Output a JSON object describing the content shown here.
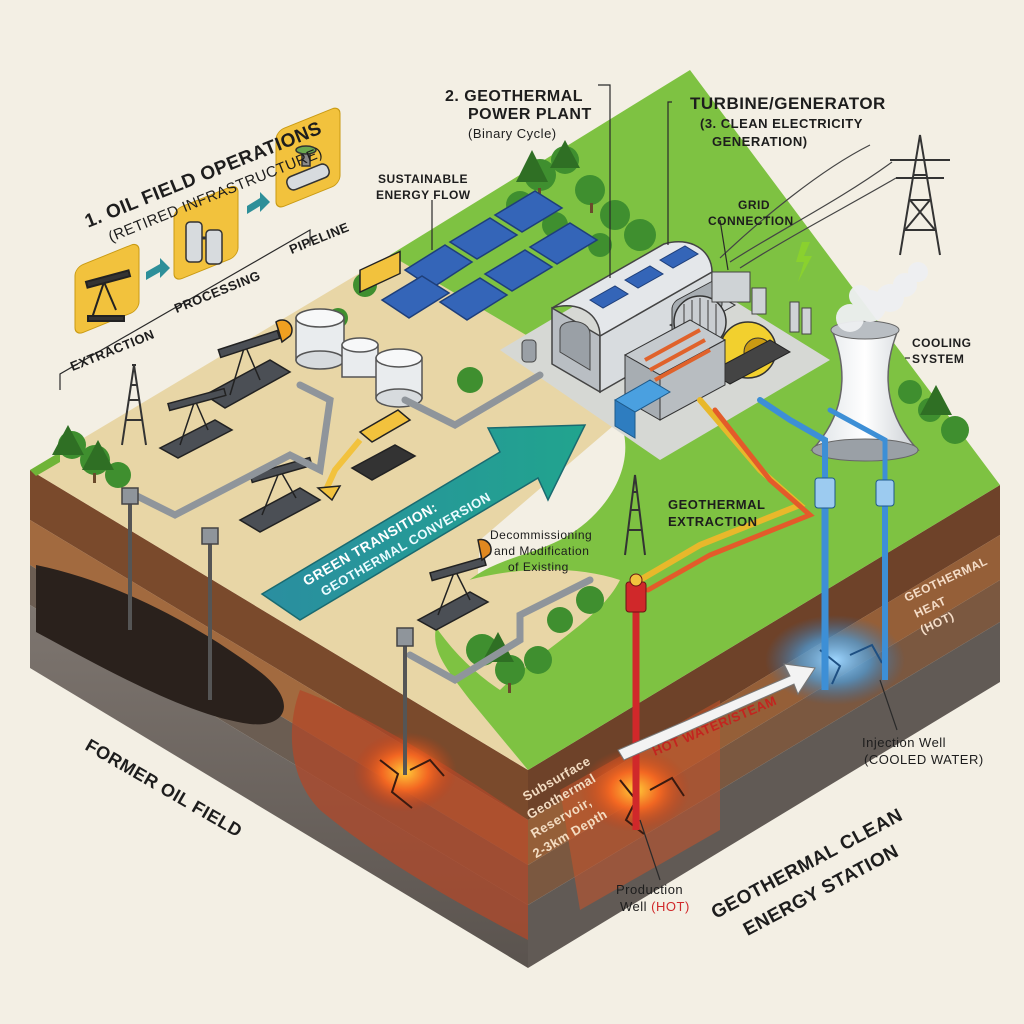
{
  "labels": {
    "oil_ops_title": "1. OIL FIELD OPERATIONS",
    "oil_ops_sub": "(RETIRED INFRASTRUCTURE)",
    "extraction": "EXTRACTION",
    "processing": "PROCESSING",
    "pipeline": "PIPELINE",
    "power_plant_l1": "2. GEOTHERMAL",
    "power_plant_l2": "POWER PLANT",
    "power_plant_l3": "(Binary Cycle)",
    "turbine_l1": "TURBINE/GENERATOR",
    "turbine_l2": "(3. CLEAN ELECTRICITY",
    "turbine_l3": "GENERATION)",
    "sustainable_l1": "SUSTAINABLE",
    "sustainable_l2": "ENERGY FLOW",
    "grid_l1": "GRID",
    "grid_l2": "CONNECTION",
    "cooling_l1": "COOLING",
    "cooling_l2": "SYSTEM",
    "green_l1": "GREEN TRANSITION:",
    "green_l2": "GEOTHERMAL CONVERSION",
    "decom_l1": "Decommissioning",
    "decom_l2": "and Modification",
    "decom_l3": "of Existing",
    "geo_extract_l1": "GEOTHERMAL",
    "geo_extract_l2": "EXTRACTION",
    "geo_heat_l1": "GEOTHERMAL",
    "geo_heat_l2": "HEAT",
    "geo_heat_l3": "(HOT)",
    "hot_water": "HOT WATER/STEAM",
    "injection_l1": "Injection Well",
    "injection_l2": "(COOLED WATER)",
    "subsurface_l1": "Subsurface",
    "subsurface_l2": "Geothermal",
    "subsurface_l3": "Reservoir,",
    "subsurface_l4": "2-3km Depth",
    "production_l1": "Production",
    "production_l2": "Well",
    "production_hot": "(HOT)",
    "former_oil": "FORMER OIL FIELD",
    "station_l1": "GEOTHERMAL CLEAN",
    "station_l2": "ENERGY STATION"
  },
  "colors": {
    "background": "#f3efe4",
    "grass": "#7ec242",
    "sand": "#e8d6a6",
    "teal_arrow": "#2d8f99",
    "hot_red": "#d0282a",
    "cold_blue": "#3d8fd6",
    "icon_box": "#f2c23d"
  },
  "icons": [
    "pumpjack-icon",
    "processing-tanks-icon",
    "pipeline-valve-icon",
    "arrow-right-icon",
    "lightning-icon"
  ]
}
